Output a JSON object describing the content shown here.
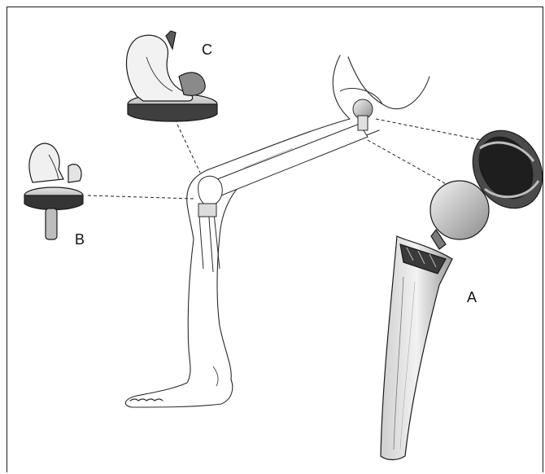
{
  "labels": {
    "a": "A",
    "b": "B",
    "c": "C"
  },
  "colors": {
    "ink": "#1a1a1a",
    "metal_dark": "#4a4a4a",
    "metal_mid": "#9a9a9a",
    "metal_light": "#e8e8e8",
    "background": "#ffffff"
  },
  "icons": [
    "hip-prosthesis-icon",
    "knee-prosthesis-icon",
    "knee-implant-component-icon",
    "acetabular-cup-icon",
    "leg-sketch-icon"
  ]
}
